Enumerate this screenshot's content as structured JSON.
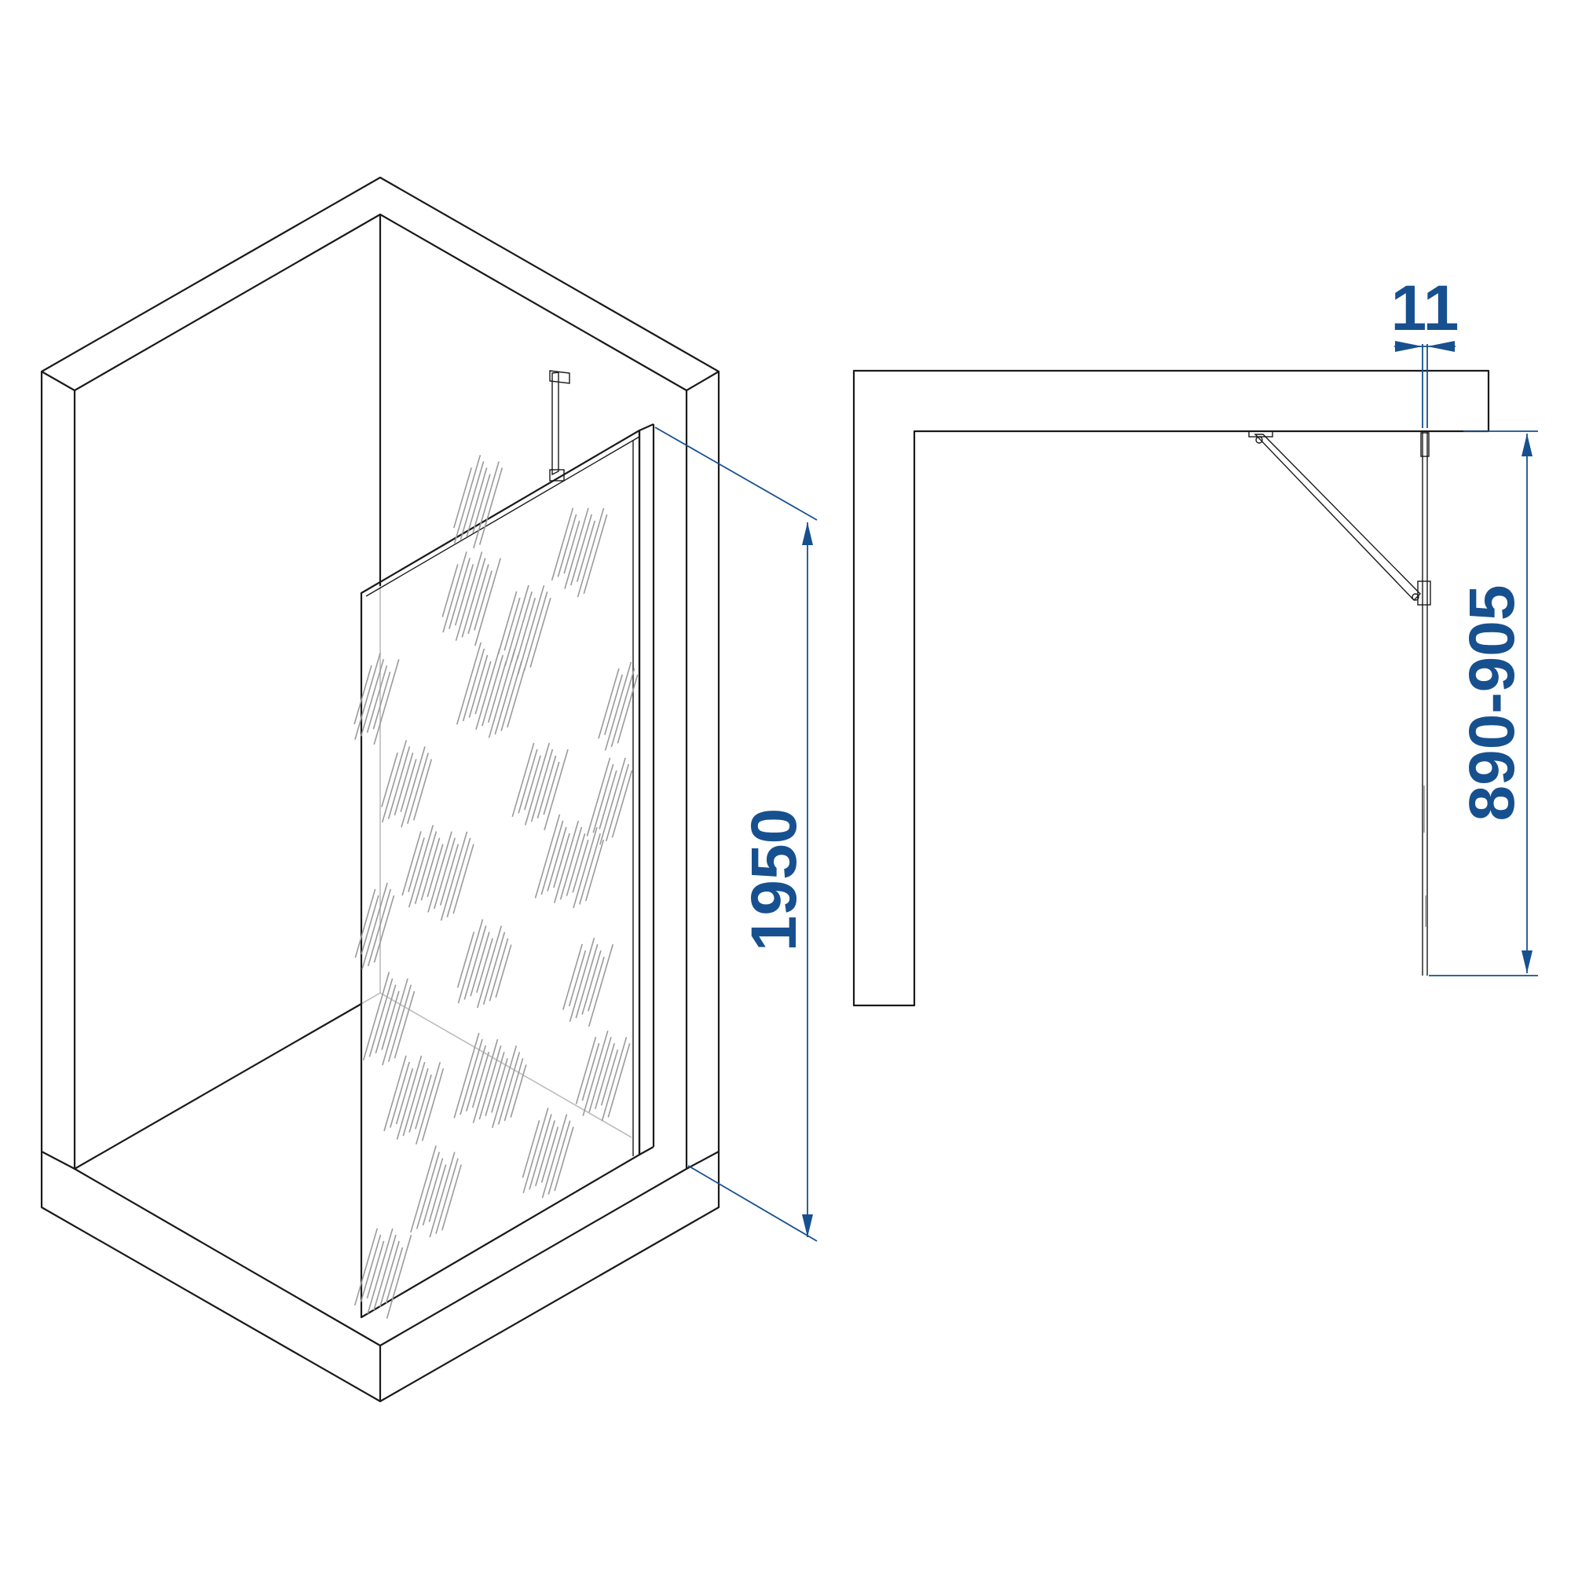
{
  "dimensions": {
    "height": "1950",
    "width_range": "890-905",
    "thickness": "11"
  },
  "colors": {
    "dimension": "#17508f",
    "outline": "#1a1a1a",
    "glass_pattern": "#9a9a9a"
  }
}
